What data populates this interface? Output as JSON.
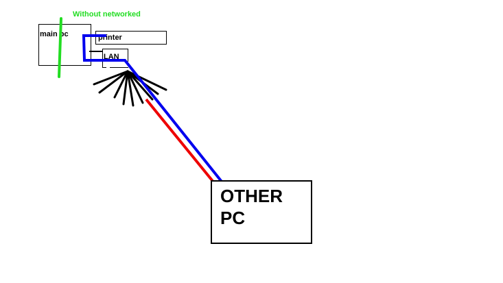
{
  "title": "Without networked",
  "labels": {
    "main_pc": "main pc",
    "printer": "printer",
    "lan": "LAN",
    "other_pc_line1": "OTHER",
    "other_pc_line2": "PC"
  },
  "colors": {
    "title": "#22dd22",
    "green_line": "#22dd22",
    "blue_cable": "#0000ee",
    "red_cable": "#ee0000",
    "ink": "#000000"
  }
}
